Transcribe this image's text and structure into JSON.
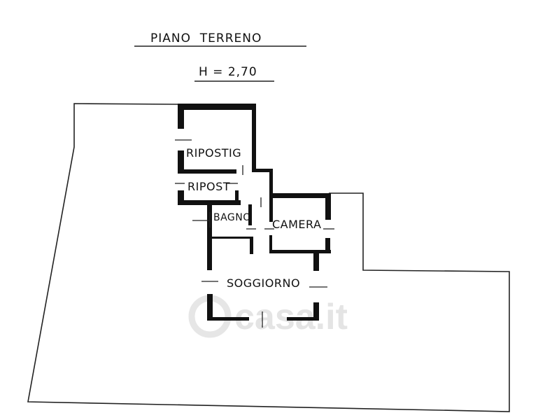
{
  "title": "PIANO  TERRENO",
  "height_note": "H = 2,70",
  "rooms": {
    "ripostiglio_1": "RIPOSTIG",
    "ripostiglio_2": "RIPOST",
    "bagno": "BAGNO",
    "camera": "CAMERA",
    "soggiorno": "SOGGIORNO"
  },
  "watermark": "casa.it",
  "colors": {
    "wall": "#111111",
    "line": "#222222",
    "watermark": "#e4e4e4"
  }
}
